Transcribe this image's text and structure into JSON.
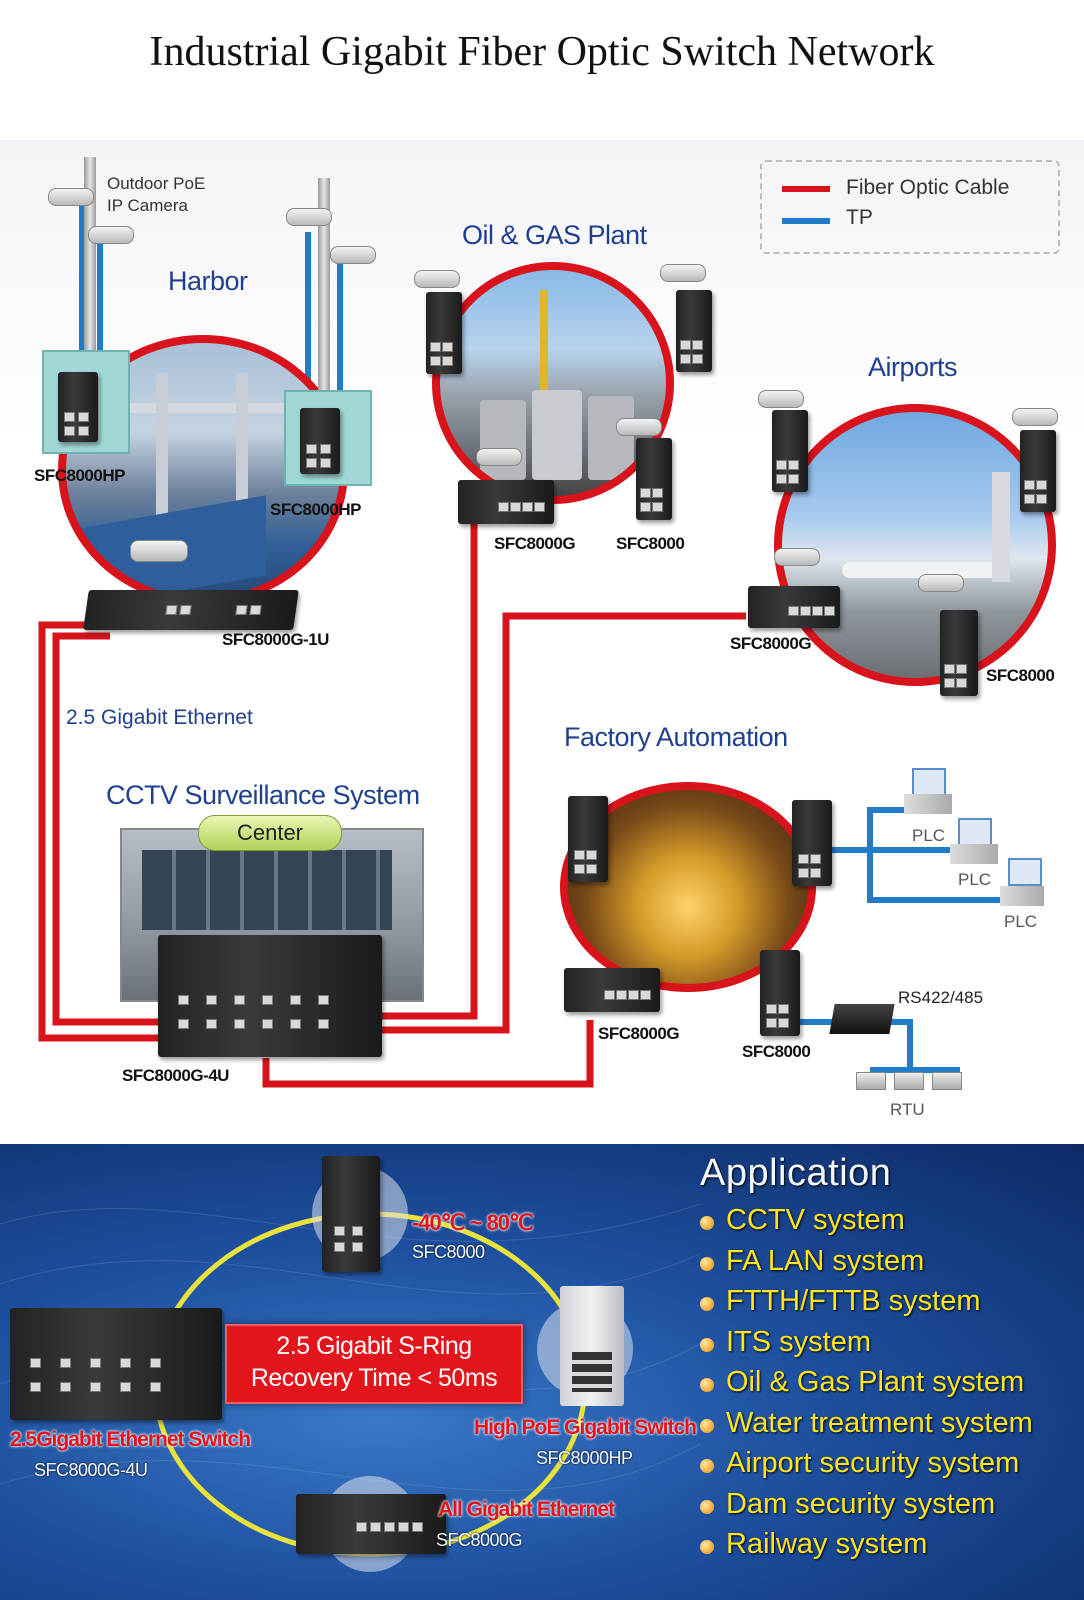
{
  "title": "Industrial Gigabit Fiber Optic Switch Network",
  "legend": {
    "fiber": {
      "label": "Fiber Optic Cable",
      "color": "#d8131b"
    },
    "tp": {
      "label": "TP",
      "color": "#1e7cc8"
    }
  },
  "sites": {
    "harbor": "Harbor",
    "oil_gas": "Oil & GAS Plant",
    "airports": "Airports",
    "factory": "Factory Automation",
    "cctv": "CCTV Surveillance System"
  },
  "labels": {
    "outdoor_camera_1": "Outdoor PoE",
    "outdoor_camera_2": "IP Camera",
    "center": "Center",
    "gigabit": "2.5 Gigabit Ethernet",
    "rs": "RS422/485",
    "rtu": "RTU",
    "plc": "PLC"
  },
  "devices": {
    "harbor_hp_left": "SFC8000HP",
    "harbor_hp_right": "SFC8000HP",
    "harbor_1u": "SFC8000G-1U",
    "oil_g": "SFC8000G",
    "oil_sfc": "SFC8000",
    "air_g": "SFC8000G",
    "air_sfc": "SFC8000",
    "cctv_4u": "SFC8000G-4U",
    "fa_g": "SFC8000G",
    "fa_sfc": "SFC8000"
  },
  "ring": {
    "badge_line1": "2.5 Gigabit S-Ring",
    "badge_line2": "Recovery Time < 50ms",
    "top_temp": "-40℃ ~ 80℃",
    "top_model": "SFC8000",
    "left_name": "2.5Gigabit Ethernet Switch",
    "left_model": "SFC8000G-4U",
    "right_name": "High PoE Gigabit Switch",
    "right_model": "SFC8000HP",
    "bottom_name": "All Gigabit Ethernet",
    "bottom_model": "SFC8000G"
  },
  "application": {
    "heading": "Application",
    "items": [
      "CCTV system",
      "FA LAN system",
      "FTTH/FTTB system",
      "ITS system",
      "Oil & Gas Plant system",
      "Water treatment system",
      "Airport security system",
      "Dam security system",
      "Railway system"
    ]
  },
  "colors": {
    "site_label": "#1f3f8f",
    "application_text": "#ffe51a",
    "ring": "#e8e23a",
    "badge": "#e3151c"
  }
}
